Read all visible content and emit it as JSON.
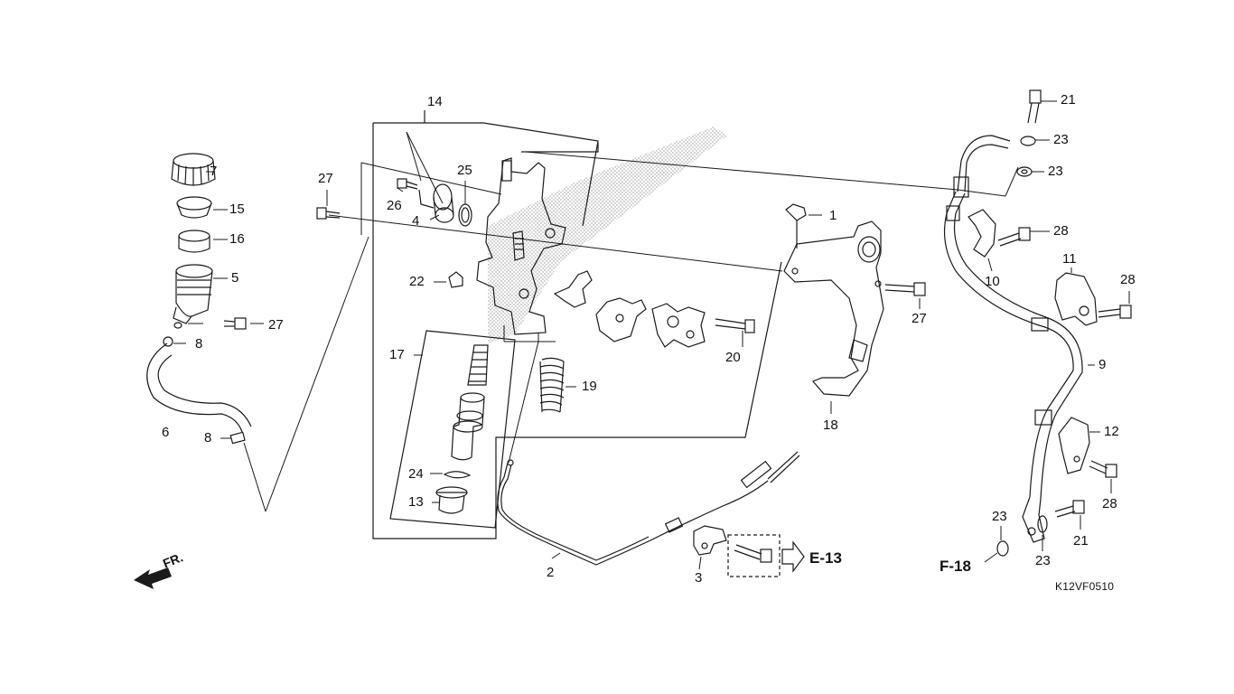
{
  "diagram_code": "K12VF0510",
  "direction_label": "FR.",
  "refs": {
    "e13": "E-13",
    "f18": "F-18"
  },
  "callouts": {
    "c1": "1",
    "c2": "2",
    "c3": "3",
    "c4": "4",
    "c5": "5",
    "c6": "6",
    "c7": "7",
    "c8a": "8",
    "c8b": "8",
    "c9": "9",
    "c10": "10",
    "c11": "11",
    "c12": "12",
    "c13": "13",
    "c14": "14",
    "c15": "15",
    "c16": "16",
    "c17": "17",
    "c18": "18",
    "c19": "19",
    "c20": "20",
    "c21a": "21",
    "c21b": "21",
    "c22": "22",
    "c23a": "23",
    "c23b": "23",
    "c23c": "23",
    "c23d": "23",
    "c24": "24",
    "c25": "25",
    "c26": "26",
    "c27a": "27",
    "c27b": "27",
    "c27c": "27",
    "c28a": "28",
    "c28b": "28",
    "c28c": "28"
  },
  "colors": {
    "line": "#1a1a1a",
    "fill": "#ffffff",
    "stipple": "#8a8a8a"
  }
}
